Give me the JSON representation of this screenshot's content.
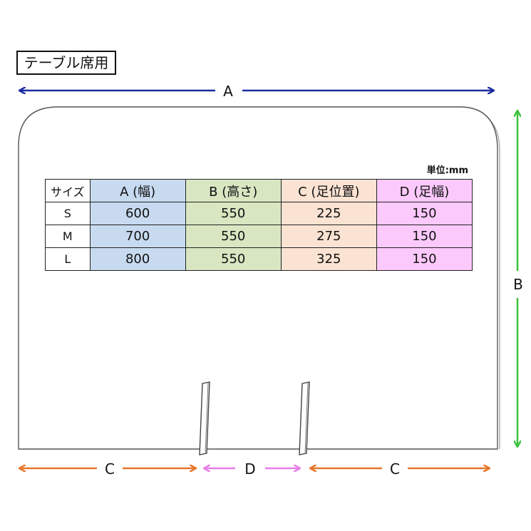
{
  "title": "テーブル席用",
  "dimension_labels": {
    "a": "A",
    "b": "B",
    "c_left": "C",
    "d": "D",
    "c_right": "C"
  },
  "unit": "単位:mm",
  "table": {
    "headers": [
      "サイズ",
      "A (幅)",
      "B (高さ)",
      "C (足位置)",
      "D (足幅)"
    ],
    "rows": [
      [
        "S",
        "600",
        "550",
        "225",
        "150"
      ],
      [
        "M",
        "700",
        "550",
        "275",
        "150"
      ],
      [
        "L",
        "800",
        "550",
        "325",
        "150"
      ]
    ]
  },
  "colors": {
    "arrow_a": "#1a2ba0",
    "arrow_b": "#3cc23c",
    "arrow_c": "#e8762a",
    "arrow_d": "#e77ee8",
    "col_a": "#c7daf0",
    "col_b": "#d8e6c2",
    "col_c": "#fbe3d3",
    "col_d": "#fcc9fc"
  }
}
